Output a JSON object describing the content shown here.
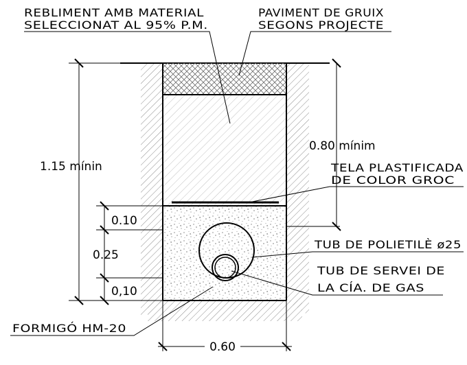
{
  "labels": {
    "backfill_1": "REBLIMENT AMB MATERIAL",
    "backfill_2": "SELECCIONAT AL 95% P.M.",
    "pavement_1": "PAVIMENT DE GRUIX",
    "pavement_2": "SEGONS PROJECTE",
    "depth_total": "1.15 mínin",
    "depth_pipe_top": "0.80 mínim",
    "tape_1": "TELA PLASTIFICADA",
    "tape_2": "DE COLOR GROC",
    "dim_upper": "0.10",
    "dim_middle": "0.25",
    "dim_lower": "0,10",
    "pe_pipe": "TUB DE POLIETILÈ ø25",
    "service_1": "TUB DE SERVEI DE",
    "service_2": "LA CÍA. DE GAS",
    "concrete": "FORMIGÓ HM-20",
    "width": "0.60"
  },
  "colors": {
    "line": "#000000",
    "hatch": "#8c8c8c",
    "concrete_dots": "#7a7a7a"
  }
}
